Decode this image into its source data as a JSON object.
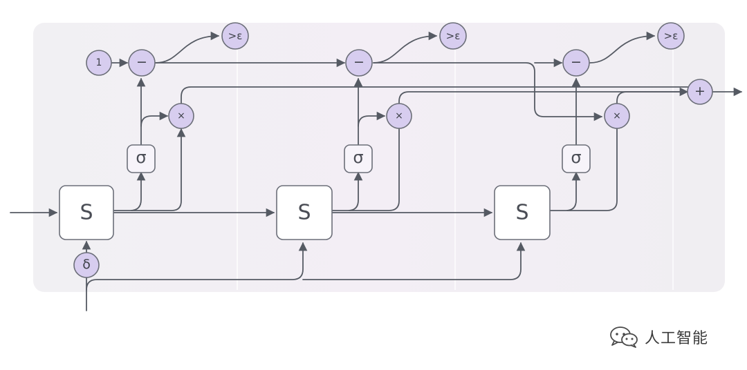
{
  "colors": {
    "panel": "#f2eff4",
    "node_fill": "#d7cdef",
    "wire": "#555a63"
  },
  "labels": {
    "state": "S",
    "sigmoid": "σ",
    "minus": "−",
    "times": "×",
    "plus": "+",
    "one": "1",
    "delta": "δ",
    "threshold": ">ε"
  },
  "watermark": {
    "text": "人工智能",
    "icon": "wechat-icon"
  }
}
